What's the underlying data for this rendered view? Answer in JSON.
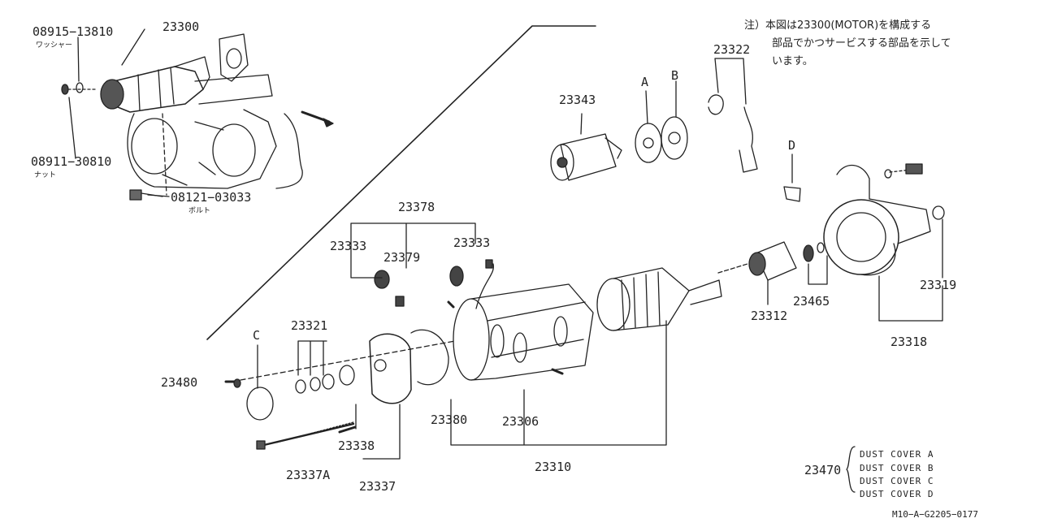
{
  "diagram": {
    "part_labels": {
      "p08915": "08915−13810",
      "washer_jp": "ワッシャー",
      "p23300": "23300",
      "p08911": "08911−30810",
      "nut_jp": "ナット",
      "p08121": "08121−03033",
      "bolt_jp": "ボルト",
      "p23378": "23378",
      "p23333a": "23333",
      "p23379": "23379",
      "p23333b": "23333",
      "p23343": "23343",
      "pA": "A",
      "pB": "B",
      "p23322": "23322",
      "pD": "D",
      "pC": "C",
      "p23321": "23321",
      "p23480": "23480",
      "p23380": "23380",
      "p23306": "23306",
      "p23338": "23338",
      "p23337A": "23337A",
      "p23337": "23337",
      "p23310": "23310",
      "p23312": "23312",
      "p23465": "23465",
      "p23319": "23319",
      "p23318": "23318",
      "p23470": "23470"
    },
    "note_lines": [
      "注）本図は23300(MOTOR)を構成する",
      "部品でかつサービスする部品を示して",
      "います。"
    ],
    "dust_covers": [
      "DUST COVER A",
      "DUST COVER B",
      "DUST COVER C",
      "DUST COVER D"
    ],
    "figure_code": "M10−A−G2205−0177"
  }
}
